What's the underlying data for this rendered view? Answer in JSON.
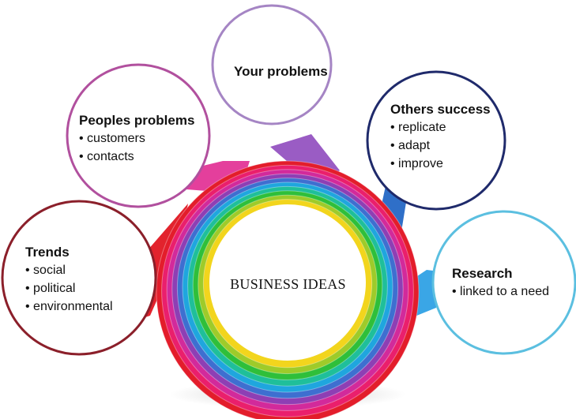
{
  "center": {
    "label": "BUSINESS IDEAS"
  },
  "ring_colors": [
    "#e31d2b",
    "#ea1f6c",
    "#d22a9b",
    "#8e3fb4",
    "#3e6fd0",
    "#1fa6de",
    "#1fbf9a",
    "#2fbf3a",
    "#9ecb2a",
    "#f2d51d"
  ],
  "nodes": [
    {
      "key": "your",
      "title": "Your problems",
      "items": [],
      "border": "#a585c4",
      "band": "#9a5cc4"
    },
    {
      "key": "peoples",
      "title": "Peoples problems",
      "items": [
        "customers",
        "contacts"
      ],
      "border": "#b1509e",
      "band": "#e43f9c"
    },
    {
      "key": "others",
      "title": "Others success",
      "items": [
        "replicate",
        "adapt",
        "improve"
      ],
      "border": "#1f2a6b",
      "band": "#2f6fc8"
    },
    {
      "key": "trends",
      "title": "Trends",
      "items": [
        "social",
        "political",
        "environmental"
      ],
      "border": "#8b1f2a",
      "band": "#e2232d"
    },
    {
      "key": "research",
      "title": "Research",
      "items": [
        "linked to a need"
      ],
      "border": "#5bbfe0",
      "band": "#3aa6e6"
    }
  ]
}
